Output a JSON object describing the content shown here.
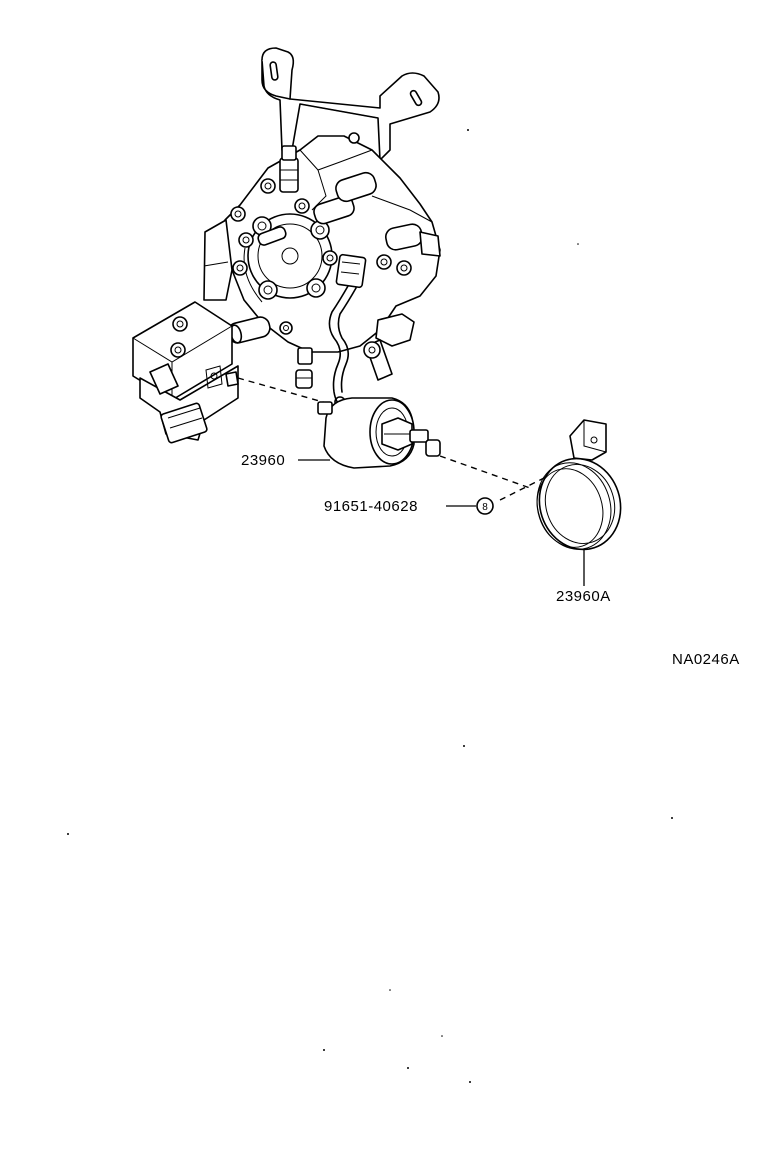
{
  "diagram": {
    "reference_code": "NA0246A",
    "parts": [
      {
        "id": "solenoid",
        "label": "23960"
      },
      {
        "id": "fastener",
        "label": "91651-40628",
        "badge": "8"
      },
      {
        "id": "clamp",
        "label": "23960A"
      }
    ]
  }
}
